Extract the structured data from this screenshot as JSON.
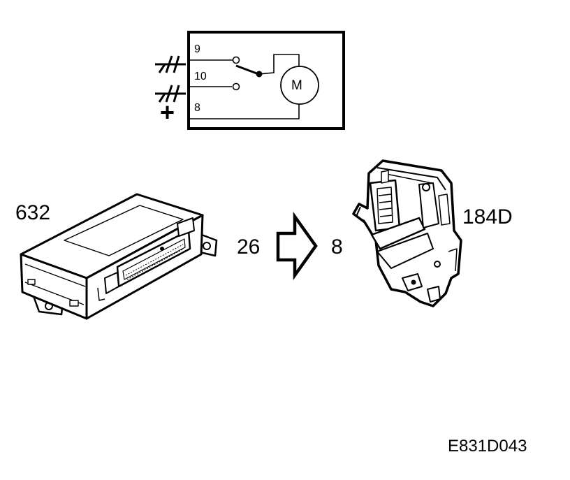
{
  "schematic": {
    "pins": [
      "9",
      "10",
      "8"
    ],
    "motor_label": "M",
    "plus_symbol": "+"
  },
  "control_module": {
    "label": "632"
  },
  "connection": {
    "from_pin": "26",
    "to_pin": "8"
  },
  "actuator": {
    "label": "184D"
  },
  "figure_code": "E831D043"
}
